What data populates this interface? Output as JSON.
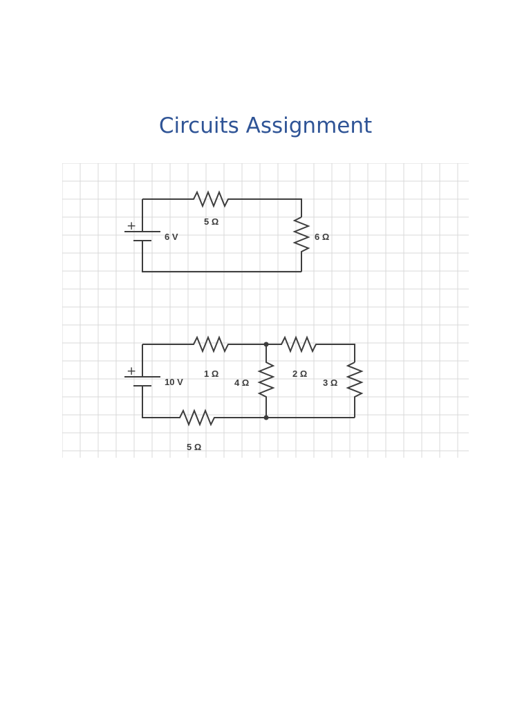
{
  "title": "Circuits Assignment",
  "colors": {
    "title": "#2f5496",
    "wire": "#3d3d3d",
    "grid": "#d9d9d9",
    "background": "#ffffff"
  },
  "circuit_1": {
    "battery_plus": "+",
    "battery_label": "6 V",
    "resistor_top_label": "5 Ω",
    "resistor_right_label": "6 Ω"
  },
  "circuit_2": {
    "battery_plus": "+",
    "battery_label": "10 V",
    "resistor_top_left_label": "1 Ω",
    "resistor_middle_label": "4 Ω",
    "resistor_top_right_label": "2 Ω",
    "resistor_right_label": "3 Ω",
    "resistor_bottom_label": "5 Ω"
  }
}
